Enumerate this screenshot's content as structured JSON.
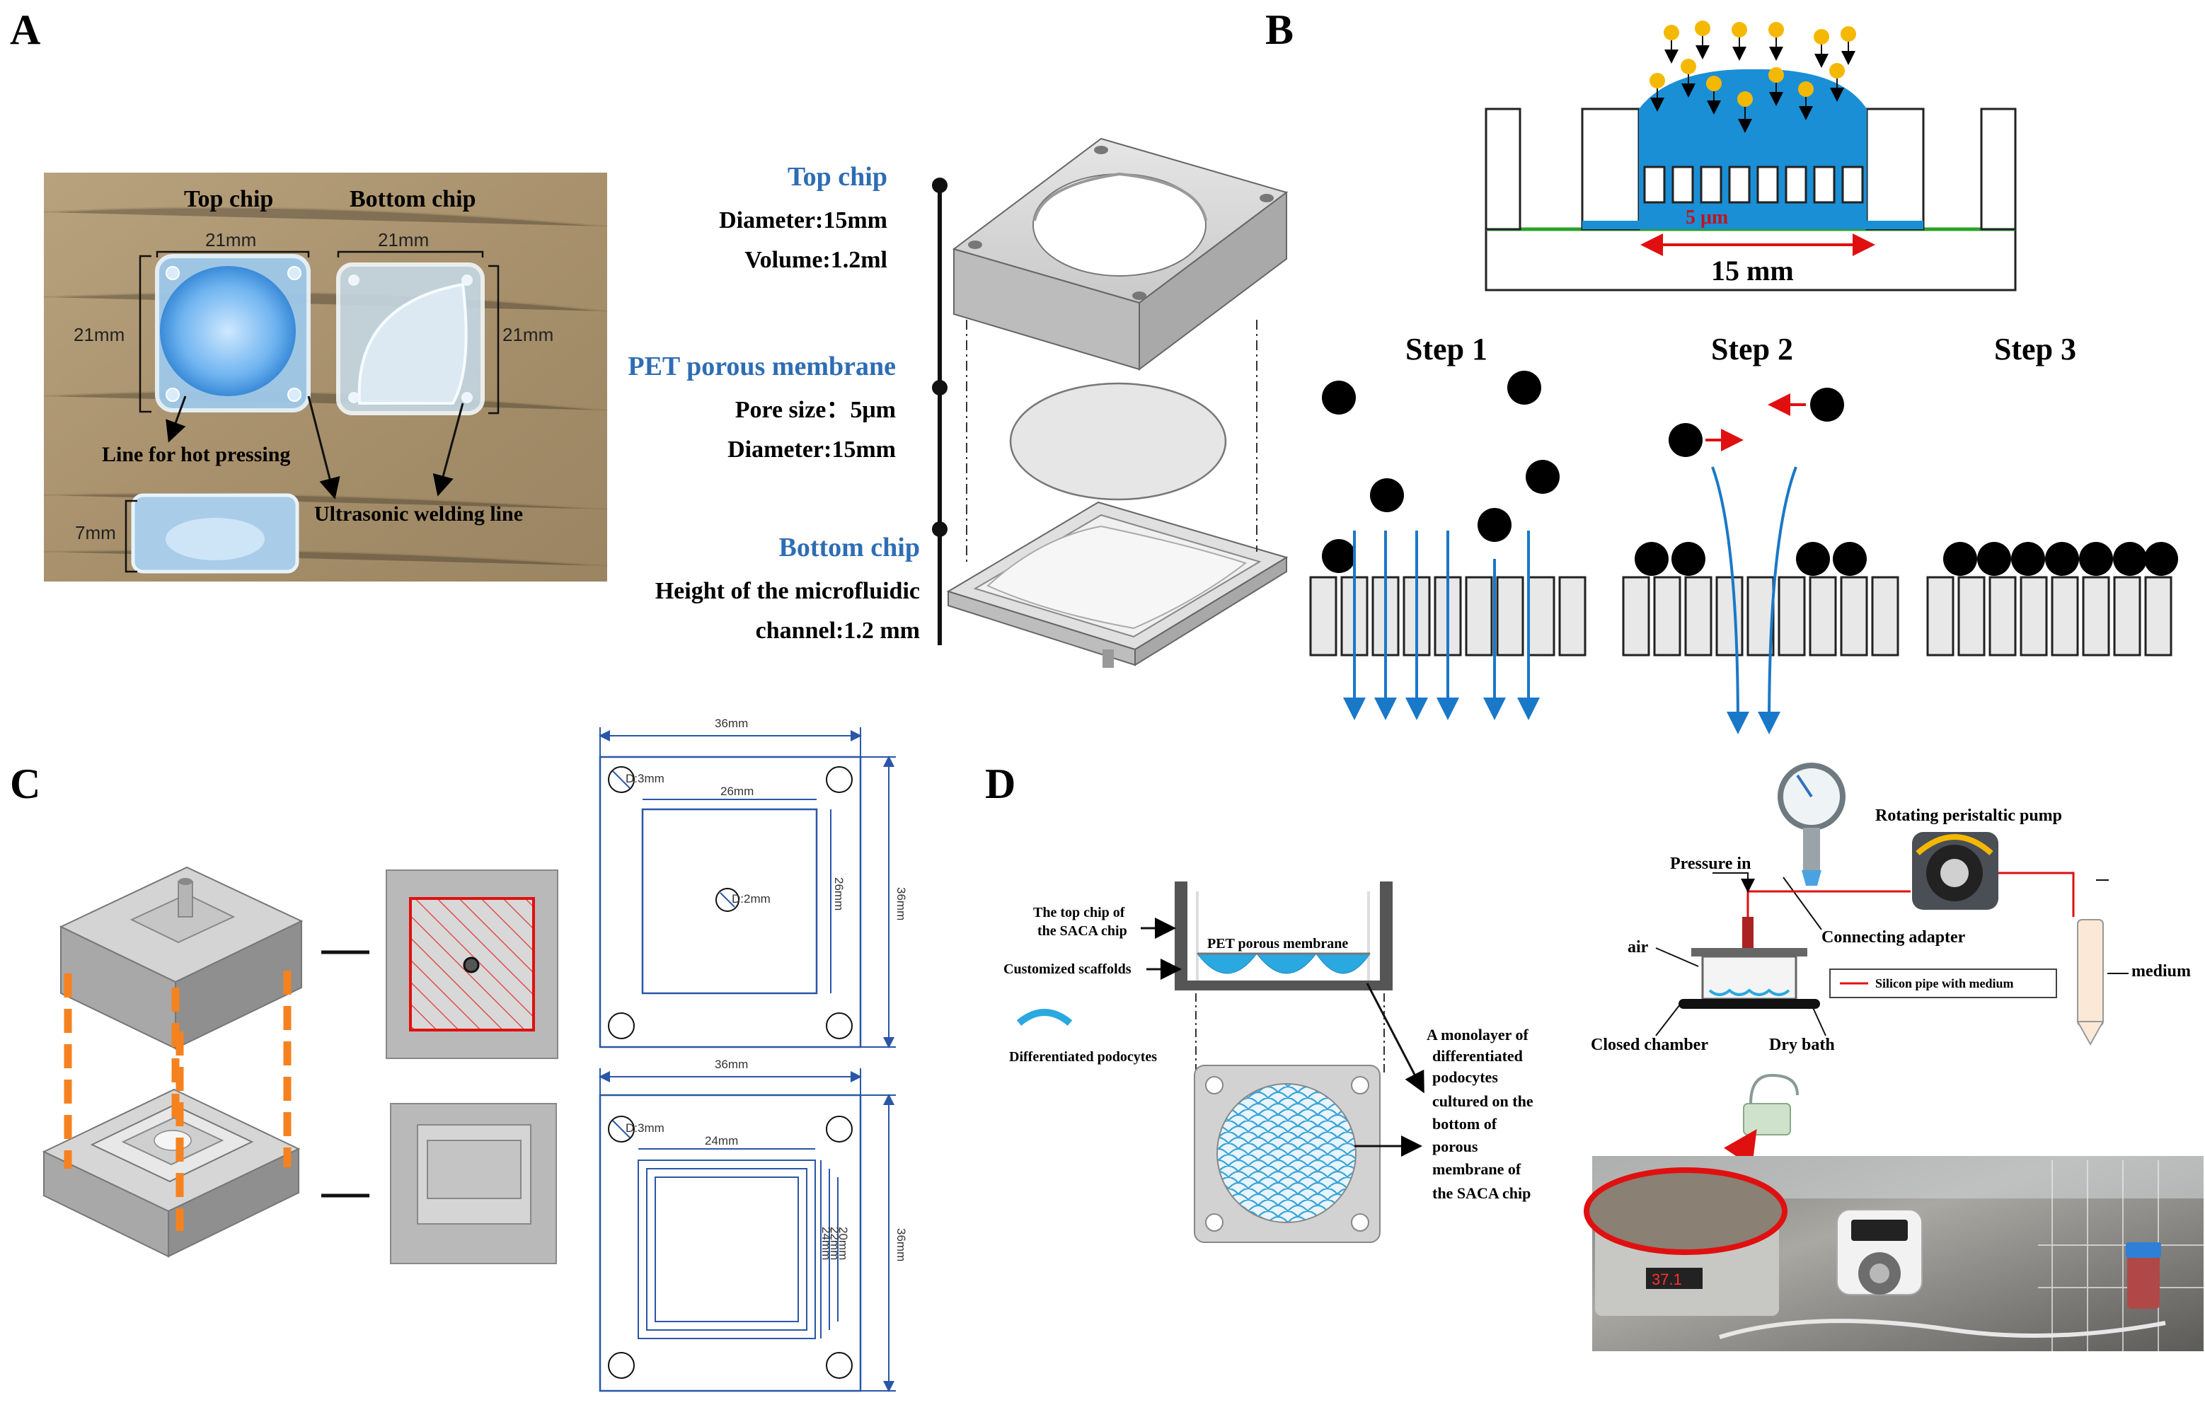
{
  "panels": {
    "a": "A",
    "b": "B",
    "c": "C",
    "d": "D"
  },
  "panel_a": {
    "photo": {
      "top_chip": "Top chip",
      "bottom_chip": "Bottom chip",
      "top_width": "21mm",
      "bottom_width": "21mm",
      "top_height": "21mm",
      "bottom_height": "21mm",
      "thickness": "7mm",
      "hot_pressing": "Line for hot pressing",
      "ultrasonic": "Ultrasonic welding line"
    },
    "exploded": {
      "top_chip_title": "Top chip",
      "top_chip_diameter": "Diameter:15mm",
      "top_chip_volume": "Volume:1.2ml",
      "membrane_title": "PET porous membrane",
      "membrane_pore": "Pore size：5μm",
      "membrane_diameter": "Diameter:15mm",
      "bottom_chip_title": "Bottom chip",
      "bottom_chip_height_1": "Height of the microfluidic",
      "bottom_chip_height_2": "channel:1.2 mm"
    }
  },
  "panel_b": {
    "pore": "5 μm",
    "width": "15 mm",
    "step1": "Step 1",
    "step2": "Step 2",
    "step3": "Step 3"
  },
  "panel_c": {
    "top_plate": {
      "width": "36mm",
      "height": "36mm",
      "hole": "D:3mm",
      "inner_width": "26mm",
      "inner_height": "26mm",
      "center_hole": "D:2mm"
    },
    "bottom_plate": {
      "width": "36mm",
      "height": "36mm",
      "hole": "D:3mm",
      "inner_width": "24mm",
      "nested": [
        "24mm",
        "22mm",
        "20mm"
      ]
    }
  },
  "panel_d": {
    "top_chip": "The top chip of",
    "top_chip_2": "the SACA chip",
    "membrane": "PET porous membrane",
    "scaffolds": "Customized scaffolds",
    "podocytes": "Differentiated podocytes",
    "monolayer": [
      "A monolayer of",
      "differentiated",
      "podocytes",
      "cultured on the",
      "bottom of",
      "porous",
      "membrane of",
      "the SACA chip"
    ],
    "pump": "Rotating peristaltic pump",
    "pressure_in": "Pressure in",
    "adapter": "Connecting adapter",
    "air": "air",
    "pipe": "Silicon pipe with medium",
    "medium": "medium",
    "closed_chamber": "Closed chamber",
    "dry_bath": "Dry bath",
    "display": "37.1"
  },
  "colors": {
    "accent_blue": "#2e6db4",
    "medium_blue": "#1a8fd6",
    "arrow_red": "#e01010",
    "dashed_orange": "#f5821f",
    "cell_yellow": "#f5b800",
    "membrane_green": "#2aa02a"
  }
}
